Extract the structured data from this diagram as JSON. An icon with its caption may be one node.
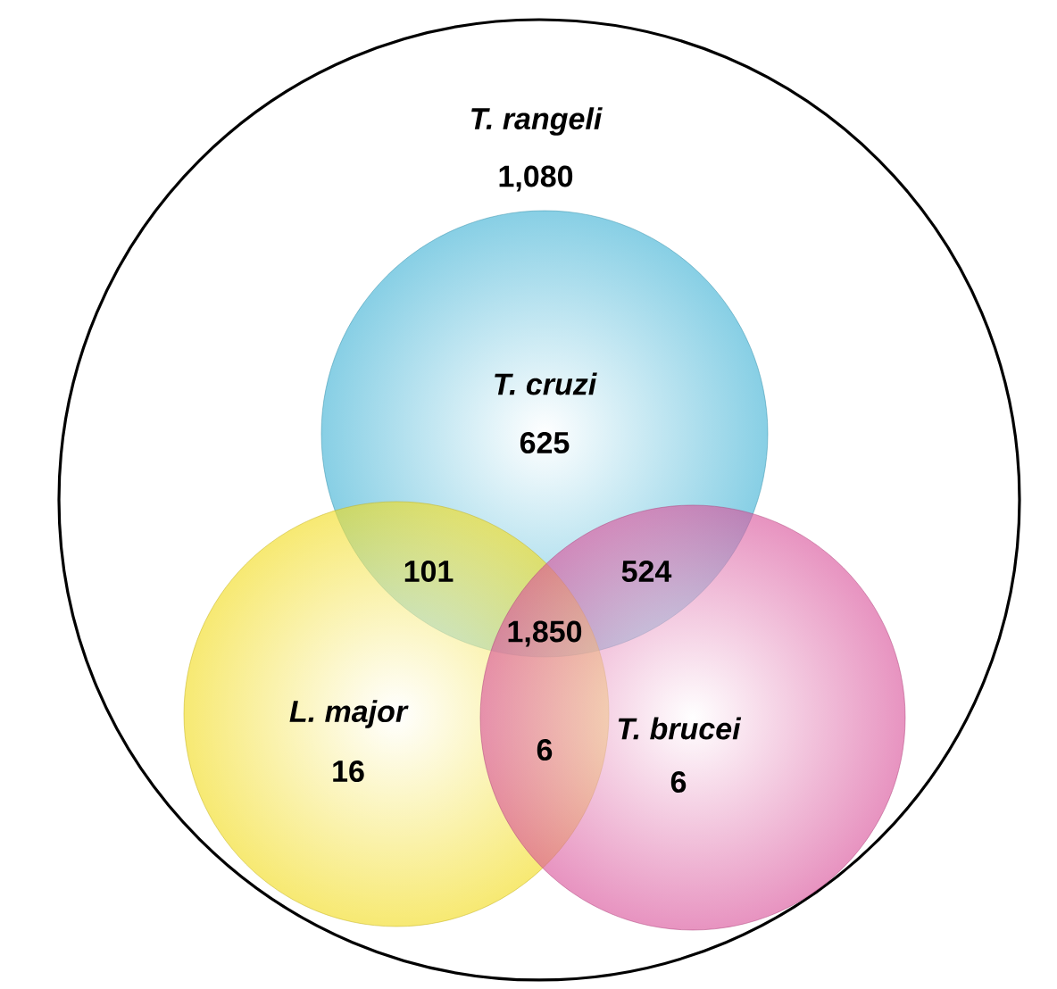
{
  "diagram": {
    "nodes": [
      {
        "text": [
          "T. rangeli",
          "1,080"
        ]
      },
      {
        "text": [
          "T. cruzi",
          "625"
        ],
        "in": 0
      },
      {
        "text": [
          "L. major",
          "16"
        ],
        "in": 0
      },
      {
        "text": [
          "T. brucei",
          "6"
        ],
        "in": 0
      }
    ],
    "labels": [
      "101",
      "524",
      "1,850",
      "6"
    ]
  }
}
